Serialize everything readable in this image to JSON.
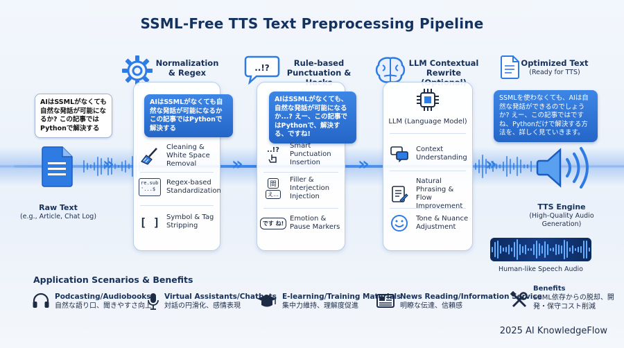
{
  "title": "SSML-Free TTS Text Preprocessing Pipeline",
  "raw": {
    "bubble": "AIはSSMLがなくても自然な発話が可能になるか? この記事ではPythonで解決する",
    "label": "Raw Text",
    "sub": "(e.g., Article, Chat Log)"
  },
  "normalization": {
    "title": "Normalization & Regex",
    "bubble": "AIはSSMLがなくても自然な発話が可能になるか この記事ではPythonで解決する",
    "items": [
      {
        "label": "Cleaning & White Space Removal"
      },
      {
        "label": "Regex-based Standardization",
        "code_line1": "re.sub",
        "code_line2": "'...$"
      },
      {
        "label": "Symbol & Tag Stripping",
        "glyph": "[ ]"
      }
    ]
  },
  "rules": {
    "title": "Rule-based Punctuation & Hacks",
    "icon_text": "..!?",
    "bubble": "AIはSSMLがなくても、自然な発話が可能になるか...? えー、この記事ではPythonで、解決する、ですね!",
    "items": [
      {
        "label": "Smart Punctuation Insertion",
        "glyph": "..!?"
      },
      {
        "label": "Filler & Interjection Injection",
        "glyph1": "間",
        "glyph2": "え..."
      },
      {
        "label": "Emotion & Pause Markers",
        "glyph": "です ね!"
      }
    ]
  },
  "llm": {
    "title": "LLM Contextual Rewrite (Optional)",
    "model_label": "LLM (Language Model)",
    "items": [
      {
        "label": "Context Understanding"
      },
      {
        "label": "Natural Phrasing & Flow Improvement"
      },
      {
        "label": "Tone & Nuance Adjustment"
      }
    ]
  },
  "optimized": {
    "title": "Optimized Text",
    "sub": "(Ready for TTS)",
    "bubble": "SSMLを使わなくても、AIは自然な発話ができるのでしょうか? えー、この記事ではですね、Pythonだけで解決する方法を、詳しく見ていきます。"
  },
  "engine": {
    "title": "TTS Engine",
    "sub": "(High-Quality Audio Generation)",
    "audio_label": "Human-like Speech Audio"
  },
  "apps": {
    "title": "Application Scenarios & Benefits",
    "items": [
      {
        "title": "Podcasting/Audiobooks",
        "desc": "自然な語り口、聞きやすさ向上",
        "icon": "headphones-icon"
      },
      {
        "title": "Virtual Assistants/Chatbots",
        "desc": "対話の円滑化、感情表現",
        "icon": "microphone-icon"
      },
      {
        "title": "E-learning/Training Materials",
        "desc": "集中力維持、理解度促進",
        "icon": "graduation-cap-icon"
      },
      {
        "title": "News Reading/Information Service",
        "desc": "明瞭な伝達、信頼感",
        "icon": "newspaper-icon"
      },
      {
        "title": "Benefits",
        "desc": "SSML依存からの脱却、開発・保守コスト削減",
        "icon": "tools-icon"
      }
    ]
  },
  "footer": "2025 AI KnowledgeFlow",
  "colors": {
    "accent": "#2f80e6",
    "dark": "#16305a",
    "bubble": "#2466c8"
  }
}
